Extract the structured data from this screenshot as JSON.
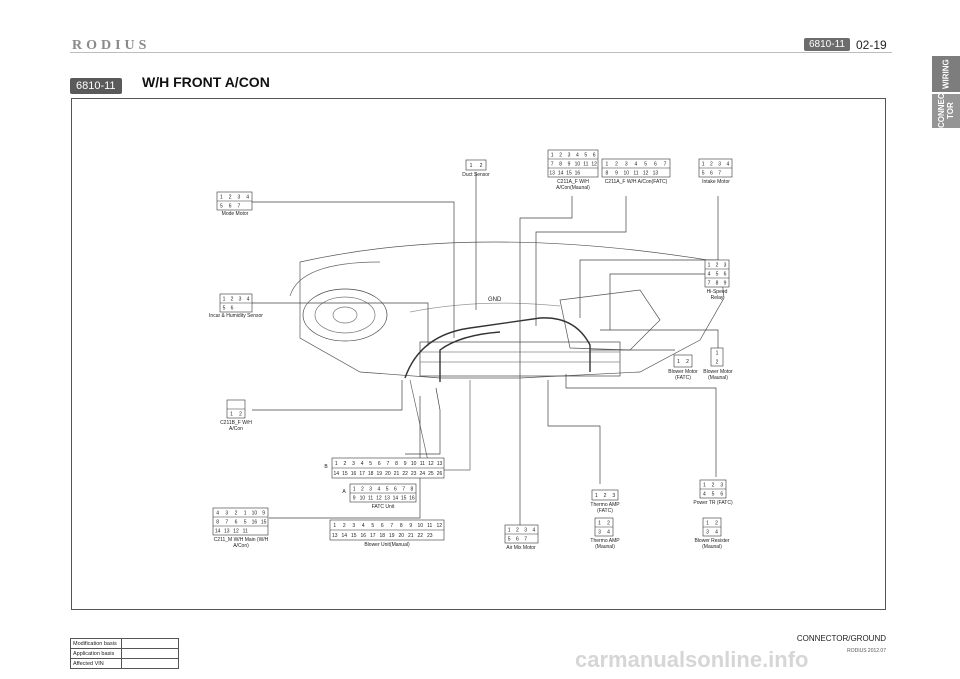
{
  "header": {
    "brand": "RODIUS",
    "section_code": "6810-11",
    "page_number": "02-19",
    "title_code": "6810-11",
    "title": "W/H FRONT A/CON"
  },
  "side_tabs": [
    {
      "label": "WIRING"
    },
    {
      "label": "CONNEC TOR"
    }
  ],
  "connectors": {
    "mode_motor": {
      "label": "Mode Motor",
      "pins": [
        "1",
        "2",
        "3",
        "4",
        "5",
        "6",
        "7"
      ]
    },
    "incar_sensor": {
      "label": "Incar & Humidity Sensor",
      "pins": [
        "1",
        "2",
        "3",
        "4",
        "5",
        "6"
      ]
    },
    "c211b_f": {
      "label": "C211B_F W/H A/Con",
      "pins": [
        "1",
        "2"
      ]
    },
    "c211_m": {
      "label": "C211_M W/H Main (W/H A/Con)",
      "pins": [
        "4",
        "3",
        "2",
        "1",
        "10",
        "9",
        "8",
        "7",
        "6",
        "5",
        "16",
        "15",
        "14",
        "13",
        "12",
        "11"
      ]
    },
    "duct_sensor": {
      "label": "Duct Sensor",
      "pins": [
        "1",
        "2"
      ]
    },
    "c211a_f_manual": {
      "label": "C211A_F W/H A/Con(Maunal)",
      "pins": [
        "1",
        "2",
        "3",
        "4",
        "5",
        "6",
        "7",
        "8",
        "9",
        "10",
        "11",
        "12",
        "13",
        "14",
        "15",
        "16"
      ]
    },
    "c211a_f_fatc": {
      "label": "C211A_F W/H A/Con(FATC)",
      "pins": [
        "1",
        "2",
        "3",
        "4",
        "5",
        "6",
        "7",
        "8",
        "9",
        "10",
        "11",
        "12",
        "13"
      ]
    },
    "intake_motor": {
      "label": "Intake Motor",
      "pins": [
        "1",
        "2",
        "3",
        "4",
        "5",
        "6",
        "7"
      ]
    },
    "hi_speed_relay": {
      "label": "Hi-Speed Relay",
      "pins": [
        "1",
        "2",
        "3",
        "4",
        "5",
        "6",
        "7",
        "8",
        "9"
      ]
    },
    "blower_motor_fatc": {
      "label": "Blower Motor (FATC)",
      "pins": [
        "1",
        "2"
      ]
    },
    "blower_motor_manual": {
      "label": "Blower Motor (Maunal)",
      "pins": [
        "1",
        "2"
      ]
    },
    "fatc_unit_b": {
      "label": "B",
      "pins": [
        "1",
        "2",
        "3",
        "4",
        "5",
        "6",
        "7",
        "8",
        "9",
        "10",
        "11",
        "12",
        "13",
        "14",
        "15",
        "16",
        "17",
        "18",
        "19",
        "20",
        "21",
        "22",
        "23",
        "24",
        "25",
        "26"
      ]
    },
    "fatc_unit_a": {
      "label": "A",
      "pins": [
        "1",
        "2",
        "3",
        "4",
        "5",
        "6",
        "7",
        "8",
        "9",
        "10",
        "11",
        "12",
        "13",
        "14",
        "15",
        "16"
      ]
    },
    "fatc_unit": {
      "label": "FATC Unit"
    },
    "blower_unit_manual": {
      "label": "Blower Unit(Manual)",
      "pins": [
        "1",
        "2",
        "3",
        "4",
        "5",
        "6",
        "7",
        "8",
        "9",
        "10",
        "11",
        "12",
        "13",
        "14",
        "15",
        "16",
        "17",
        "18",
        "19",
        "20",
        "21",
        "22",
        "23"
      ]
    },
    "air_mix_motor": {
      "label": "Air Mix Motor",
      "pins": [
        "1",
        "2",
        "3",
        "4",
        "5",
        "6",
        "7"
      ]
    },
    "thermo_amp_fatc": {
      "label": "Thermo AMP (FATC)",
      "pins": [
        "1",
        "2",
        "3"
      ]
    },
    "thermo_amp_manual": {
      "label": "Thermo AMP (Maunal)",
      "pins": [
        "1",
        "2",
        "3",
        "4"
      ]
    },
    "power_tr": {
      "label": "Power TR (FATC)",
      "pins": [
        "1",
        "2",
        "3",
        "4",
        "5",
        "6"
      ]
    },
    "blower_resister": {
      "label": "Blower Resister (Maunal)",
      "pins": [
        "1",
        "2",
        "3",
        "4"
      ]
    },
    "gnd": {
      "label": "GND"
    }
  },
  "footer": {
    "rows": [
      "Modification basis",
      "Application basis",
      "Affected VIN"
    ],
    "section": "CONNECTOR/GROUND",
    "version": "RODIUS 2012.07",
    "watermark": "carmanualsonline.info"
  }
}
